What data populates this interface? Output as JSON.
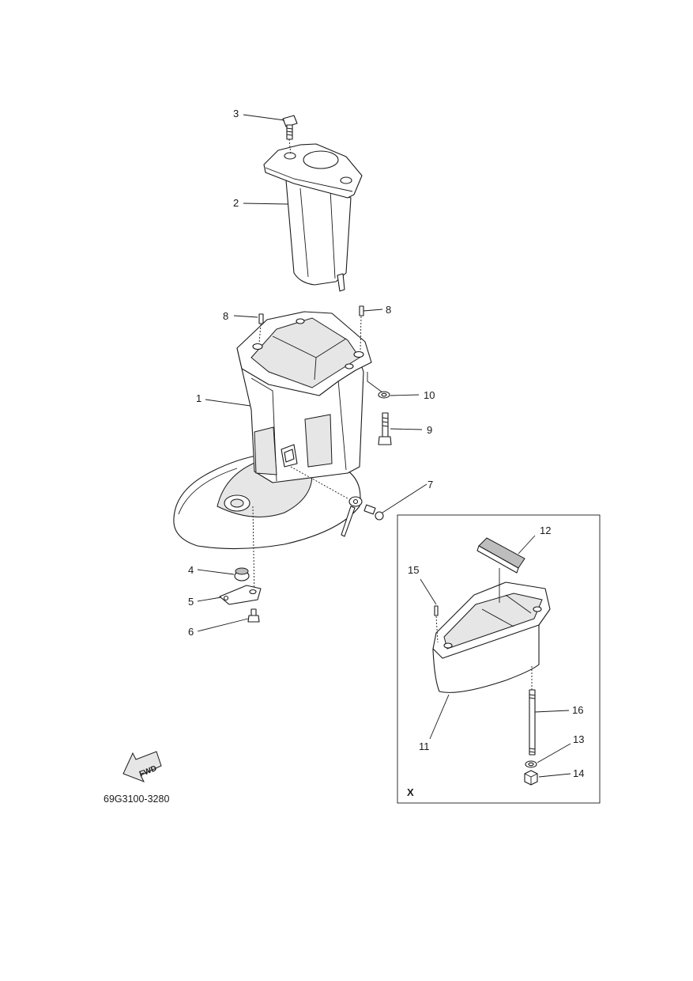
{
  "diagram": {
    "callouts": [
      {
        "id": "c1",
        "label": "1"
      },
      {
        "id": "c2",
        "label": "2"
      },
      {
        "id": "c3",
        "label": "3"
      },
      {
        "id": "c4",
        "label": "4"
      },
      {
        "id": "c5",
        "label": "5"
      },
      {
        "id": "c6",
        "label": "6"
      },
      {
        "id": "c7",
        "label": "7"
      },
      {
        "id": "c8a",
        "label": "8"
      },
      {
        "id": "c8b",
        "label": "8"
      },
      {
        "id": "c9",
        "label": "9"
      },
      {
        "id": "c10",
        "label": "10"
      },
      {
        "id": "c11",
        "label": "11"
      },
      {
        "id": "c12",
        "label": "12"
      },
      {
        "id": "c13",
        "label": "13"
      },
      {
        "id": "c14",
        "label": "14"
      },
      {
        "id": "c15",
        "label": "15"
      },
      {
        "id": "c16",
        "label": "16"
      }
    ],
    "inset_label": "X",
    "fwd_label": "FWD",
    "drawing_code": "69G3100-3280"
  }
}
